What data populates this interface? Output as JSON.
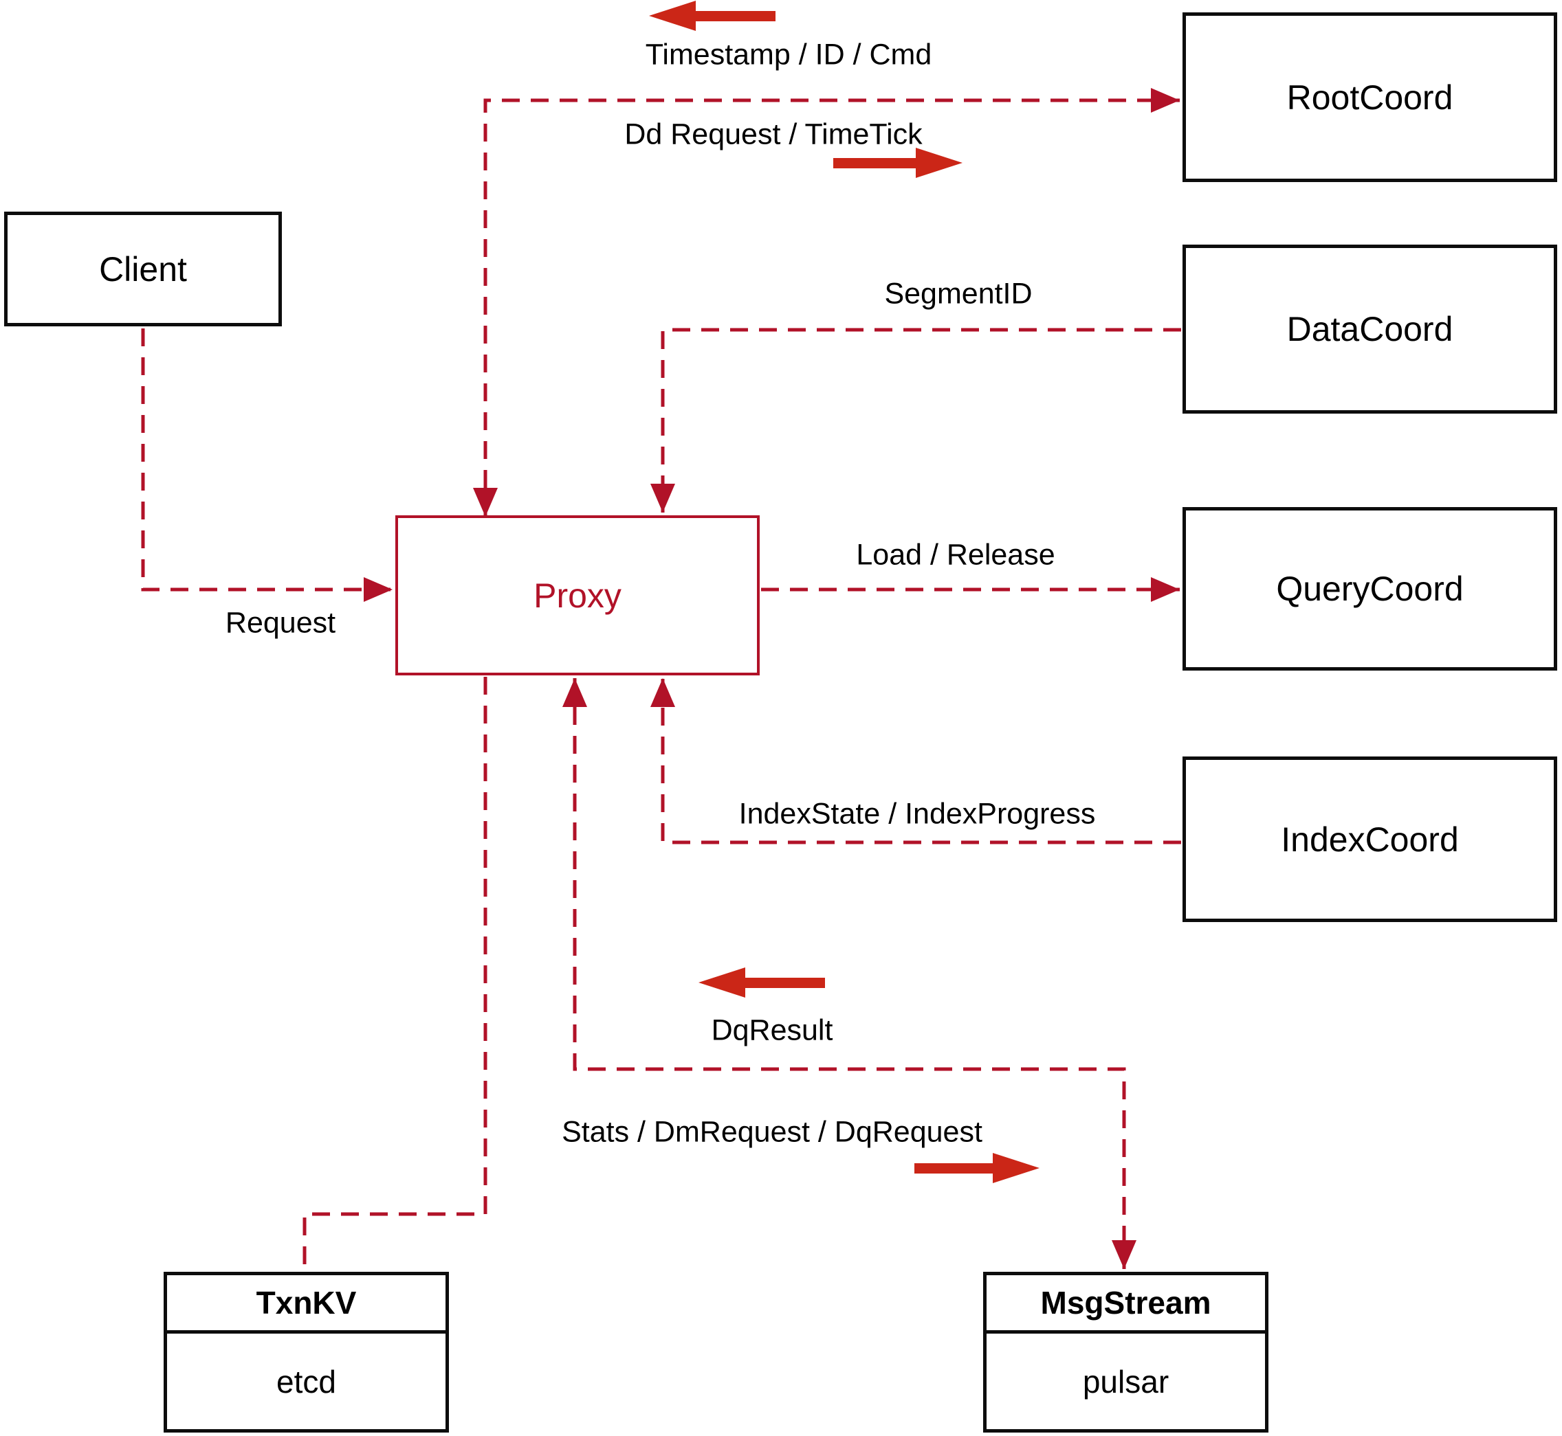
{
  "colors": {
    "connector_dashed": "#b11228",
    "solid_arrow": "#cb2617",
    "box_border": "#0d0d0d",
    "proxy_accent": "#b11228",
    "background": "#ffffff",
    "label_text": "#000000"
  },
  "nodes": {
    "client": {
      "label": "Client"
    },
    "proxy": {
      "label": "Proxy"
    },
    "root_coord": {
      "label": "RootCoord"
    },
    "data_coord": {
      "label": "DataCoord"
    },
    "query_coord": {
      "label": "QueryCoord"
    },
    "index_coord": {
      "label": "IndexCoord"
    },
    "txn_kv": {
      "label": "TxnKV",
      "impl": "etcd"
    },
    "msg_stream": {
      "label": "MsgStream",
      "impl": "pulsar"
    }
  },
  "edges": {
    "proxy_rootcoord": {
      "from": "Proxy",
      "to": "RootCoord",
      "bidirectional": true,
      "label_return": "Timestamp / ID / Cmd",
      "label_forward": "Dd Request / TimeTick"
    },
    "datacoord_proxy": {
      "from": "DataCoord",
      "to": "Proxy",
      "label": "SegmentID"
    },
    "client_proxy": {
      "from": "Client",
      "to": "Proxy",
      "label": "Request"
    },
    "proxy_querycoord": {
      "from": "Proxy",
      "to": "QueryCoord",
      "label": "Load / Release"
    },
    "indexcoord_proxy": {
      "from": "IndexCoord",
      "to": "Proxy",
      "label": "IndexState / IndexProgress"
    },
    "proxy_msgstream": {
      "from": "Proxy",
      "to": "MsgStream",
      "bidirectional": true,
      "label_return": "DqResult",
      "label_forward": "Stats / DmRequest / DqRequest"
    },
    "proxy_txnkv": {
      "from": "Proxy",
      "to": "TxnKV"
    }
  }
}
